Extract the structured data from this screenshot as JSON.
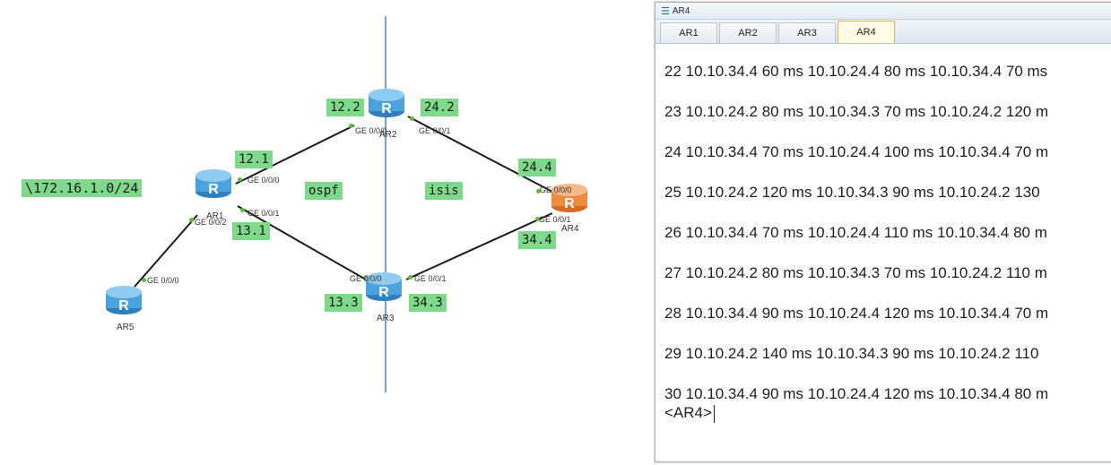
{
  "topology": {
    "routers": [
      {
        "name": "AR1",
        "color": "blue"
      },
      {
        "name": "AR2",
        "color": "blue"
      },
      {
        "name": "AR3",
        "color": "blue"
      },
      {
        "name": "AR4",
        "color": "orange"
      },
      {
        "name": "AR5",
        "color": "blue"
      }
    ],
    "router_glyph": "R",
    "addr_labels": {
      "l12_2": "12.2",
      "l24_2": "24.2",
      "l12_1": "12.1",
      "l24_4": "24.4",
      "l13_1": "13.1",
      "l34_4": "34.4",
      "l13_3": "13.3",
      "l34_3": "34.3"
    },
    "protocol_labels": {
      "left": "ospf",
      "right": "isis"
    },
    "network_label": "\\172.16.1.0/24",
    "ports": {
      "ar2_left": "GE 0/0/0",
      "ar2_right": "GE 0/0/1",
      "ar1_top": "GE 0/0/0",
      "ar1_right": "GE 0/0/1",
      "ar1_left": "GE 0/0/2",
      "ar4_top": "GE 0/0/0",
      "ar4_bottom": "GE 0/0/1",
      "ar3_left": "GE 0/0/0",
      "ar3_right": "GE 0/0/1",
      "ar5_top": "GE 0/0/0"
    },
    "colors": {
      "link": "#1a1a1a",
      "divider": "#6fa6d6",
      "label_bg": "#7fd98a",
      "router_blue": "#4aa3df",
      "router_orange": "#f08a3c"
    }
  },
  "window": {
    "title": "AR4",
    "tabs": [
      {
        "label": "AR1",
        "active": false
      },
      {
        "label": "AR2",
        "active": false
      },
      {
        "label": "AR3",
        "active": false
      },
      {
        "label": "AR4",
        "active": true
      }
    ],
    "console_lines": [
      "22 10.10.34.4 60 ms 10.10.24.4 80 ms 10.10.34.4 70 ms",
      "23 10.10.24.2 80 ms 10.10.34.3 70 ms 10.10.24.2 120 m",
      "24 10.10.34.4 70 ms 10.10.24.4 100 ms 10.10.34.4 70 m",
      "25 10.10.24.2 120 ms 10.10.34.3 90 ms 10.10.24.2 130",
      "26 10.10.34.4 70 ms 10.10.24.4 110 ms 10.10.34.4 80 m",
      "27 10.10.24.2 80 ms 10.10.34.3 70 ms 10.10.24.2 110 m",
      "28 10.10.34.4 90 ms 10.10.24.4 120 ms 10.10.34.4 70 m",
      "29 10.10.24.2 140 ms 10.10.34.3 90 ms 10.10.24.2 110",
      "30 10.10.34.4 90 ms 10.10.24.4 120 ms 10.10.34.4 80 m"
    ],
    "prompt": "<AR4>"
  }
}
